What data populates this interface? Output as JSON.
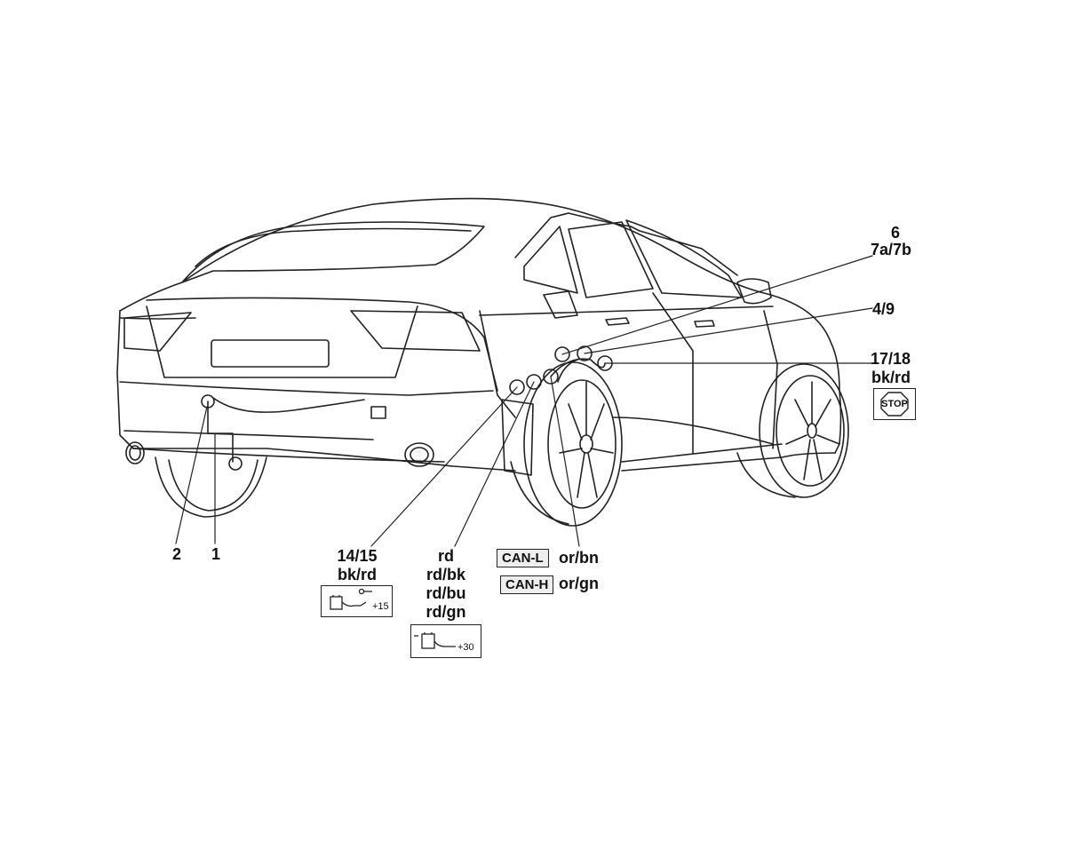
{
  "callouts": {
    "c1": "1",
    "c2": "2",
    "c6": "6",
    "c7": "7a/7b",
    "c49": "4/9",
    "c1718": "17/18",
    "c1718_wire": "bk/rd",
    "c1415": "14/15",
    "c1415_wire": "bk/rd",
    "rd_lines": [
      "rd",
      "rd/bk",
      "rd/bu",
      "rd/gn"
    ]
  },
  "can": {
    "low_tag": "CAN-L",
    "low_wire": "or/bn",
    "high_tag": "CAN-H",
    "high_wire": "or/gn"
  },
  "symbols": {
    "stop_text": "STOP",
    "ignition_text": "+15",
    "battery_text": "+30"
  }
}
